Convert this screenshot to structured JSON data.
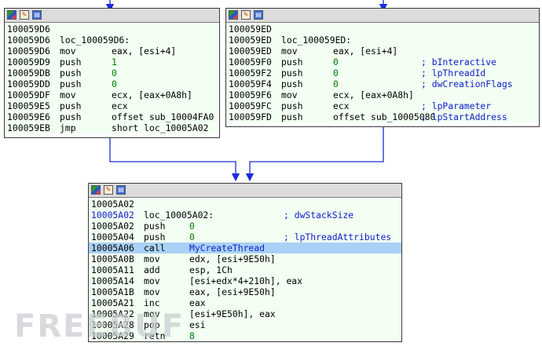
{
  "theme": {
    "edge_color": "#1a2bd8",
    "code_bg": "#f2fff2",
    "selected_bg": "#a9d1f5",
    "number_color": "#007a00",
    "comment_color": "#1020c8"
  },
  "watermark": "FREEBUF",
  "blocks": [
    {
      "id": "left",
      "lines": [
        {
          "addr": "100059D6",
          "label": "",
          "mnem": "",
          "opd": "",
          "cmt": ""
        },
        {
          "addr": "100059D6",
          "label": "loc_100059D6:",
          "mnem": "",
          "opd": "",
          "cmt": ""
        },
        {
          "addr": "100059D6",
          "mnem": "mov",
          "opd": "eax, [esi+4]",
          "cmt": ""
        },
        {
          "addr": "100059D9",
          "mnem": "push",
          "opd": "1",
          "cmt": "",
          "numeric": true
        },
        {
          "addr": "100059DB",
          "mnem": "push",
          "opd": "0",
          "cmt": "",
          "numeric": true
        },
        {
          "addr": "100059DD",
          "mnem": "push",
          "opd": "0",
          "cmt": "",
          "numeric": true
        },
        {
          "addr": "100059DF",
          "mnem": "mov",
          "opd": "ecx, [eax+0A8h]",
          "cmt": ""
        },
        {
          "addr": "100059E5",
          "mnem": "push",
          "opd": "ecx",
          "cmt": ""
        },
        {
          "addr": "100059E6",
          "mnem": "push",
          "opd": "offset sub_10004FA0",
          "cmt": ""
        },
        {
          "addr": "100059EB",
          "mnem": "jmp",
          "opd": "short loc_10005A02",
          "cmt": ""
        }
      ]
    },
    {
      "id": "right",
      "lines": [
        {
          "addr": "100059ED",
          "label": "",
          "mnem": "",
          "opd": "",
          "cmt": ""
        },
        {
          "addr": "100059ED",
          "label": "loc_100059ED:",
          "mnem": "",
          "opd": "",
          "cmt": ""
        },
        {
          "addr": "100059ED",
          "mnem": "mov",
          "opd": "eax, [esi+4]",
          "cmt": ""
        },
        {
          "addr": "100059F0",
          "mnem": "push",
          "opd": "0",
          "cmt": "; bInteractive",
          "numeric": true
        },
        {
          "addr": "100059F2",
          "mnem": "push",
          "opd": "0",
          "cmt": "; lpThreadId",
          "numeric": true
        },
        {
          "addr": "100059F4",
          "mnem": "push",
          "opd": "0",
          "cmt": "; dwCreationFlags",
          "numeric": true
        },
        {
          "addr": "100059F6",
          "mnem": "mov",
          "opd": "ecx, [eax+0A8h]",
          "cmt": ""
        },
        {
          "addr": "100059FC",
          "mnem": "push",
          "opd": "ecx",
          "cmt": "; lpParameter"
        },
        {
          "addr": "100059FD",
          "mnem": "push",
          "opd": "offset sub_10005080",
          "cmt": "; lpStartAddress"
        }
      ]
    },
    {
      "id": "bottom",
      "lines": [
        {
          "addr": "10005A02",
          "label": "",
          "mnem": "",
          "opd": "",
          "cmt": ""
        },
        {
          "addr": "10005A02",
          "label": "loc_10005A02:",
          "mnem": "",
          "opd": "",
          "cmt": "; dwStackSize",
          "blue_addr": true
        },
        {
          "addr": "10005A02",
          "mnem": "push",
          "opd": "0",
          "cmt": "",
          "numeric": true
        },
        {
          "addr": "10005A04",
          "mnem": "push",
          "opd": "0",
          "cmt": "; lpThreadAttributes",
          "numeric": true
        },
        {
          "addr": "10005A06",
          "mnem": "call",
          "opd": "MyCreateThread",
          "cmt": "",
          "selected": true,
          "func": true
        },
        {
          "addr": "10005A0B",
          "mnem": "mov",
          "opd": "edx, [esi+9E50h]",
          "cmt": ""
        },
        {
          "addr": "10005A11",
          "mnem": "add",
          "opd": "esp, 1Ch",
          "cmt": ""
        },
        {
          "addr": "10005A14",
          "mnem": "mov",
          "opd": "[esi+edx*4+210h], eax",
          "cmt": ""
        },
        {
          "addr": "10005A1B",
          "mnem": "mov",
          "opd": "eax, [esi+9E50h]",
          "cmt": ""
        },
        {
          "addr": "10005A21",
          "mnem": "inc",
          "opd": "eax",
          "cmt": ""
        },
        {
          "addr": "10005A22",
          "mnem": "mov",
          "opd": "[esi+9E50h], eax",
          "cmt": ""
        },
        {
          "addr": "10005A28",
          "mnem": "pop",
          "opd": "esi",
          "cmt": ""
        },
        {
          "addr": "10005A29",
          "mnem": "retn",
          "opd": "8",
          "cmt": "",
          "numeric": true
        }
      ]
    }
  ]
}
